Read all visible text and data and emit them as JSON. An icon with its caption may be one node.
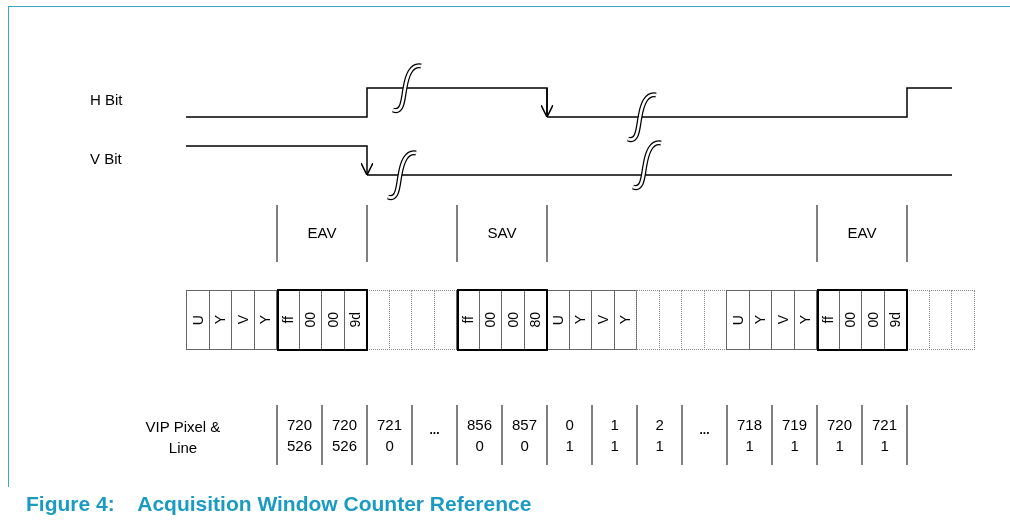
{
  "diagram": {
    "caption": "Figure 4:    Acquisition Window Counter Reference",
    "labels": [
      "H Bit",
      "V Bit",
      "EAV",
      "SAV",
      "EAV",
      "U",
      "Y",
      "V",
      "Y",
      "ff",
      "00",
      "00",
      "9d",
      "ff",
      "00",
      "00",
      "80",
      "U",
      "Y",
      "V",
      "Y",
      "U",
      "Y",
      "V",
      "Y",
      "ff",
      "00",
      "00",
      "9d",
      "VIP Pixel & Line",
      "720",
      "720",
      "721",
      "...",
      "856",
      "857",
      "0",
      "1",
      "2",
      "...",
      "718",
      "719",
      "720",
      "721",
      "526",
      "526",
      "0",
      "0",
      "0",
      "1",
      "1",
      "1",
      "1",
      "1",
      "1",
      "1"
    ]
  }
}
